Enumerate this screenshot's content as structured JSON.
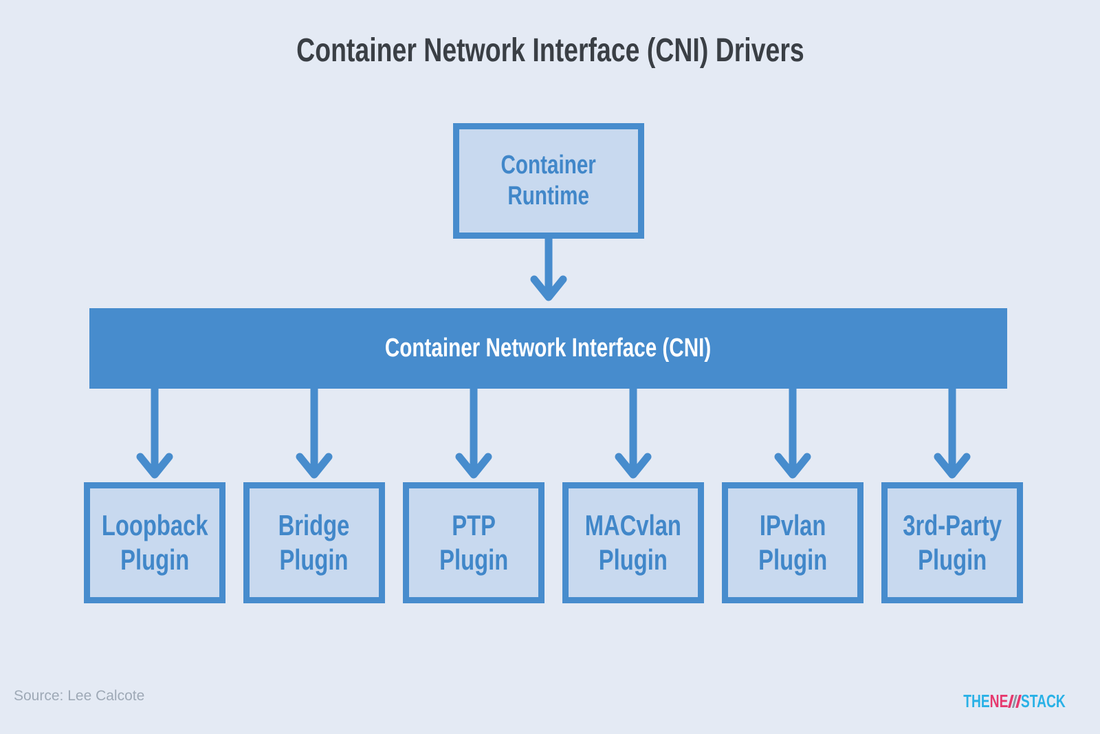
{
  "title": "Container Network Interface (CNI) Drivers",
  "diagram": {
    "root": {
      "line1": "Container",
      "line2": "Runtime"
    },
    "bus": {
      "label": "Container Network Interface (CNI)"
    },
    "plugins": [
      {
        "id": "loopback",
        "line1": "Loopback",
        "line2": "Plugin"
      },
      {
        "id": "bridge",
        "line1": "Bridge",
        "line2": "Plugin"
      },
      {
        "id": "ptp",
        "line1": "PTP",
        "line2": "Plugin"
      },
      {
        "id": "macvlan",
        "line1": "MACvlan",
        "line2": "Plugin"
      },
      {
        "id": "ipvlan",
        "line1": "IPvlan",
        "line2": "Plugin"
      },
      {
        "id": "3rd-party",
        "line1": "3rd-Party",
        "line2": "Plugin"
      }
    ]
  },
  "footer": {
    "source": "Source: Lee Calcote",
    "logo": {
      "part1": "THE",
      "part2": "NE",
      "w": "W",
      "part3": "STACK"
    }
  },
  "colors": {
    "background": "#e4eaf4",
    "accent_blue": "#478ccd",
    "box_fill": "#c8d9ef",
    "box_text": "#4187c9",
    "bar_text": "#ffffff",
    "title_text": "#3a3f45",
    "source_text": "#9ea9b6",
    "logo_cyan": "#29b1e6",
    "logo_pink": "#e6396e",
    "logo_slash_gray": "#8d93a0"
  }
}
